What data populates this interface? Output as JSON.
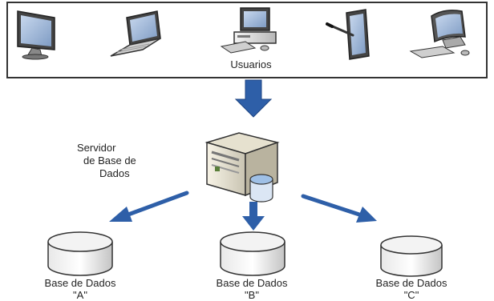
{
  "users": {
    "label": "Usuarios",
    "devices": [
      "monitor-icon",
      "laptop-icon",
      "desktop-computer-icon",
      "tablet-icon",
      "workstation-icon"
    ]
  },
  "server": {
    "label_lines": [
      "Servidor",
      "de Base de",
      "Dados"
    ],
    "icon": "database-server-icon"
  },
  "databases": [
    {
      "line1": "Base de Dados",
      "line2": "\"A\""
    },
    {
      "line1": "Base de Dados",
      "line2": "\"B\""
    },
    {
      "line1": "Base de Dados",
      "line2": "\"C\""
    }
  ],
  "colors": {
    "arrow": "#2e5fa8",
    "border": "#333333",
    "device_body": "#d9d9d9",
    "screen": "#9fb8d8"
  }
}
